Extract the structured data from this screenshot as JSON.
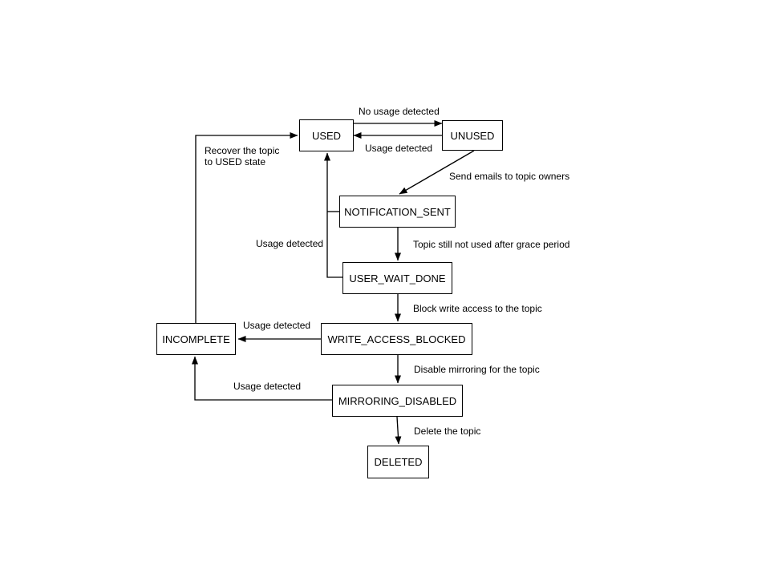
{
  "diagram": {
    "kind": "state-diagram",
    "background_color": "#ffffff",
    "line_color": "#000000",
    "nodes": {
      "used": {
        "label": "USED"
      },
      "unused": {
        "label": "UNUSED"
      },
      "notification_sent": {
        "label": "NOTIFICATION_SENT"
      },
      "user_wait_done": {
        "label": "USER_WAIT_DONE"
      },
      "write_access_blocked": {
        "label": "WRITE_ACCESS_BLOCKED"
      },
      "mirroring_disabled": {
        "label": "MIRRORING_DISABLED"
      },
      "incomplete": {
        "label": "INCOMPLETE"
      },
      "deleted": {
        "label": "DELETED"
      }
    },
    "edges": {
      "no_usage_detected": {
        "from": "USED",
        "to": "UNUSED",
        "label": "No usage detected"
      },
      "usage_detected_unused": {
        "from": "UNUSED",
        "to": "USED",
        "label": "Usage detected"
      },
      "send_emails": {
        "from": "UNUSED",
        "to": "NOTIFICATION_SENT",
        "label": "Send emails to topic owners"
      },
      "grace_period": {
        "from": "NOTIFICATION_SENT",
        "to": "USER_WAIT_DONE",
        "label": "Topic still not used after grace period"
      },
      "usage_detected_wait": {
        "from": "NOTIFICATION_SENT, USER_WAIT_DONE",
        "to": "USED",
        "label": "Usage detected"
      },
      "block_write_access": {
        "from": "USER_WAIT_DONE",
        "to": "WRITE_ACCESS_BLOCKED",
        "label": "Block write access to the topic"
      },
      "usage_detected_blocked": {
        "from": "WRITE_ACCESS_BLOCKED",
        "to": "INCOMPLETE",
        "label": "Usage detected"
      },
      "disable_mirroring": {
        "from": "WRITE_ACCESS_BLOCKED",
        "to": "MIRRORING_DISABLED",
        "label": "Disable mirroring for the topic"
      },
      "usage_detected_mirroring": {
        "from": "MIRRORING_DISABLED",
        "to": "INCOMPLETE",
        "label": "Usage detected"
      },
      "delete_topic": {
        "from": "MIRRORING_DISABLED",
        "to": "DELETED",
        "label": "Delete the topic"
      },
      "recover_topic": {
        "from": "INCOMPLETE",
        "to": "USED",
        "label": "Recover the topic\nto USED state"
      }
    }
  }
}
